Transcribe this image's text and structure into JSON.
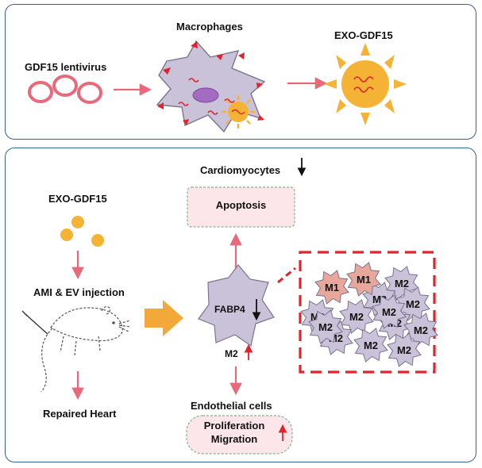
{
  "top_panel": {
    "macrophages_label": "Macrophages",
    "lentivirus_label": "GDF15 lentivirus",
    "exosome_label": "EXO-GDF15"
  },
  "bottom_panel": {
    "exosome_label": "EXO-GDF15",
    "injection_label": "AMI & EV injection",
    "repaired_label": "Repaired Heart",
    "cardiomyocytes_label": "Cardiomyocytes",
    "apoptosis_label": "Apoptosis",
    "fabp4_label": "FABP4",
    "m2_label": "M2",
    "endothelial_label": "Endothelial cells",
    "proliferation_label": "Proliferation",
    "migration_label": "Migration",
    "cluster": {
      "m1_cells": [
        "M1",
        "M1"
      ],
      "m2_cells": [
        "M2",
        "M2",
        "M2",
        "M2",
        "M2",
        "M2",
        "M2",
        "M2",
        "M2",
        "M2",
        "M2",
        "M2"
      ]
    }
  },
  "colors": {
    "border": "#3a5f8f",
    "arrow": "#e8697a",
    "macrophage_fill": "#c9c2d8",
    "m1_fill": "#e7a79a",
    "exosome_fill": "#f5b335",
    "box_fill": "#fde6ea",
    "big_arrow": "#f3a93a",
    "cluster_border": "#e0242b"
  }
}
